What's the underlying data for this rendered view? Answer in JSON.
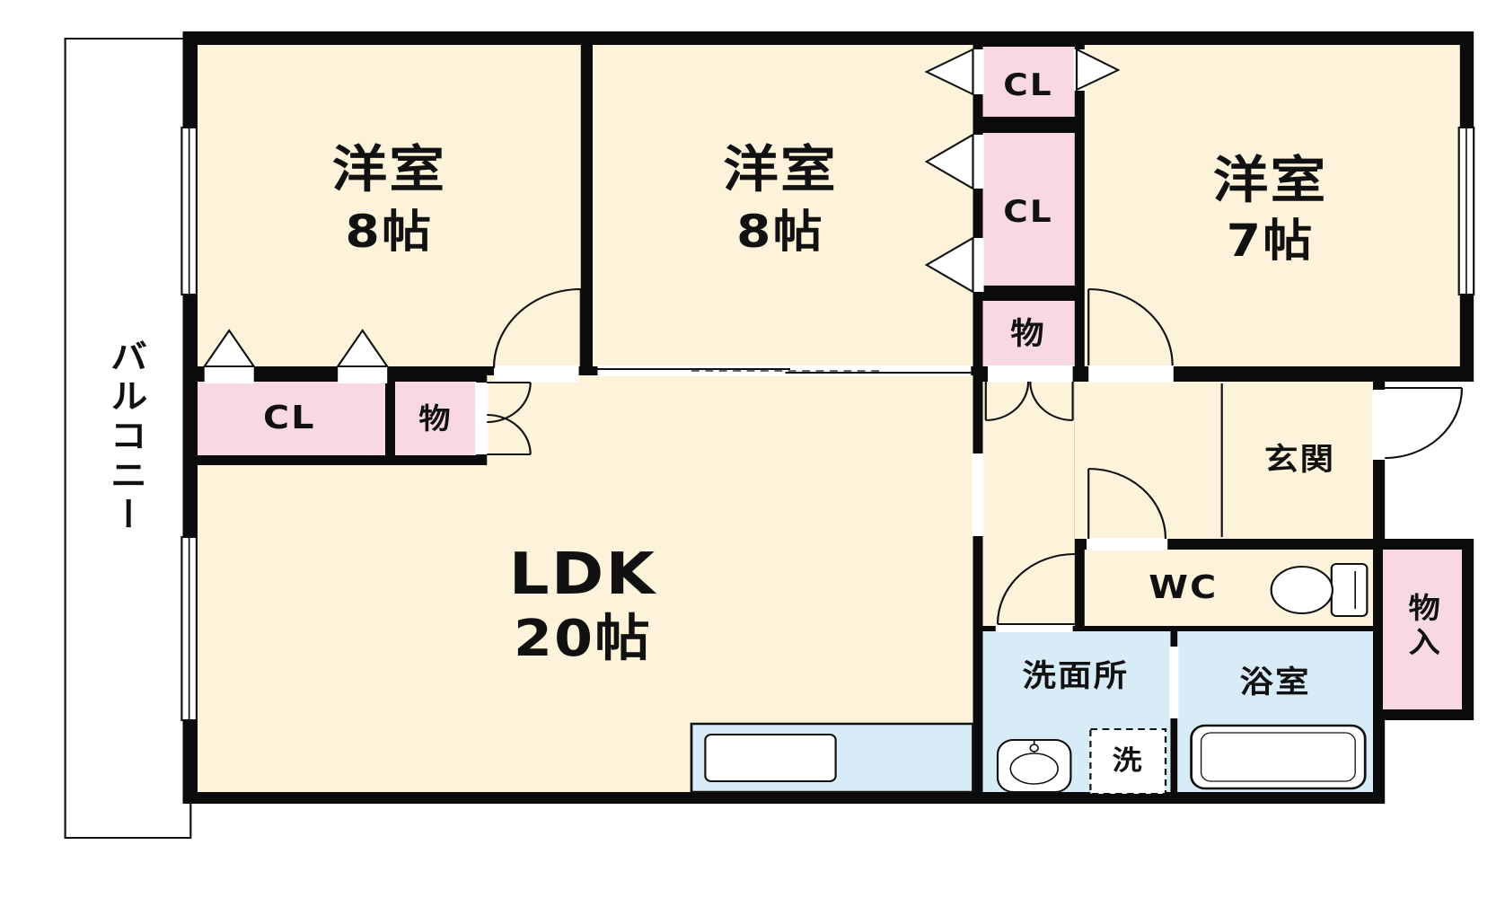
{
  "floorplan": {
    "balcony": "バルコニー",
    "bedroom1": {
      "label": "洋室",
      "size": "8帖"
    },
    "bedroom2": {
      "label": "洋室",
      "size": "8帖"
    },
    "bedroom3": {
      "label": "洋室",
      "size": "7帖"
    },
    "ldk": {
      "label": "LDK",
      "size": "20帖"
    },
    "closet_top": "CL",
    "closet_middle": "CL",
    "storage_top": "物",
    "closet_ldk": "CL",
    "storage_ldk": "物",
    "entrance": "玄関",
    "wc": "WC",
    "storage_entry": "物入",
    "washroom": "洗面所",
    "bathroom": "浴室",
    "washer_pan": "洗",
    "colors": {
      "room": "#fcf3da",
      "closet": "#f8d8e4",
      "wet": "#d8ecf8",
      "wall": "#0b0b0b",
      "background": "#ffffff"
    }
  }
}
